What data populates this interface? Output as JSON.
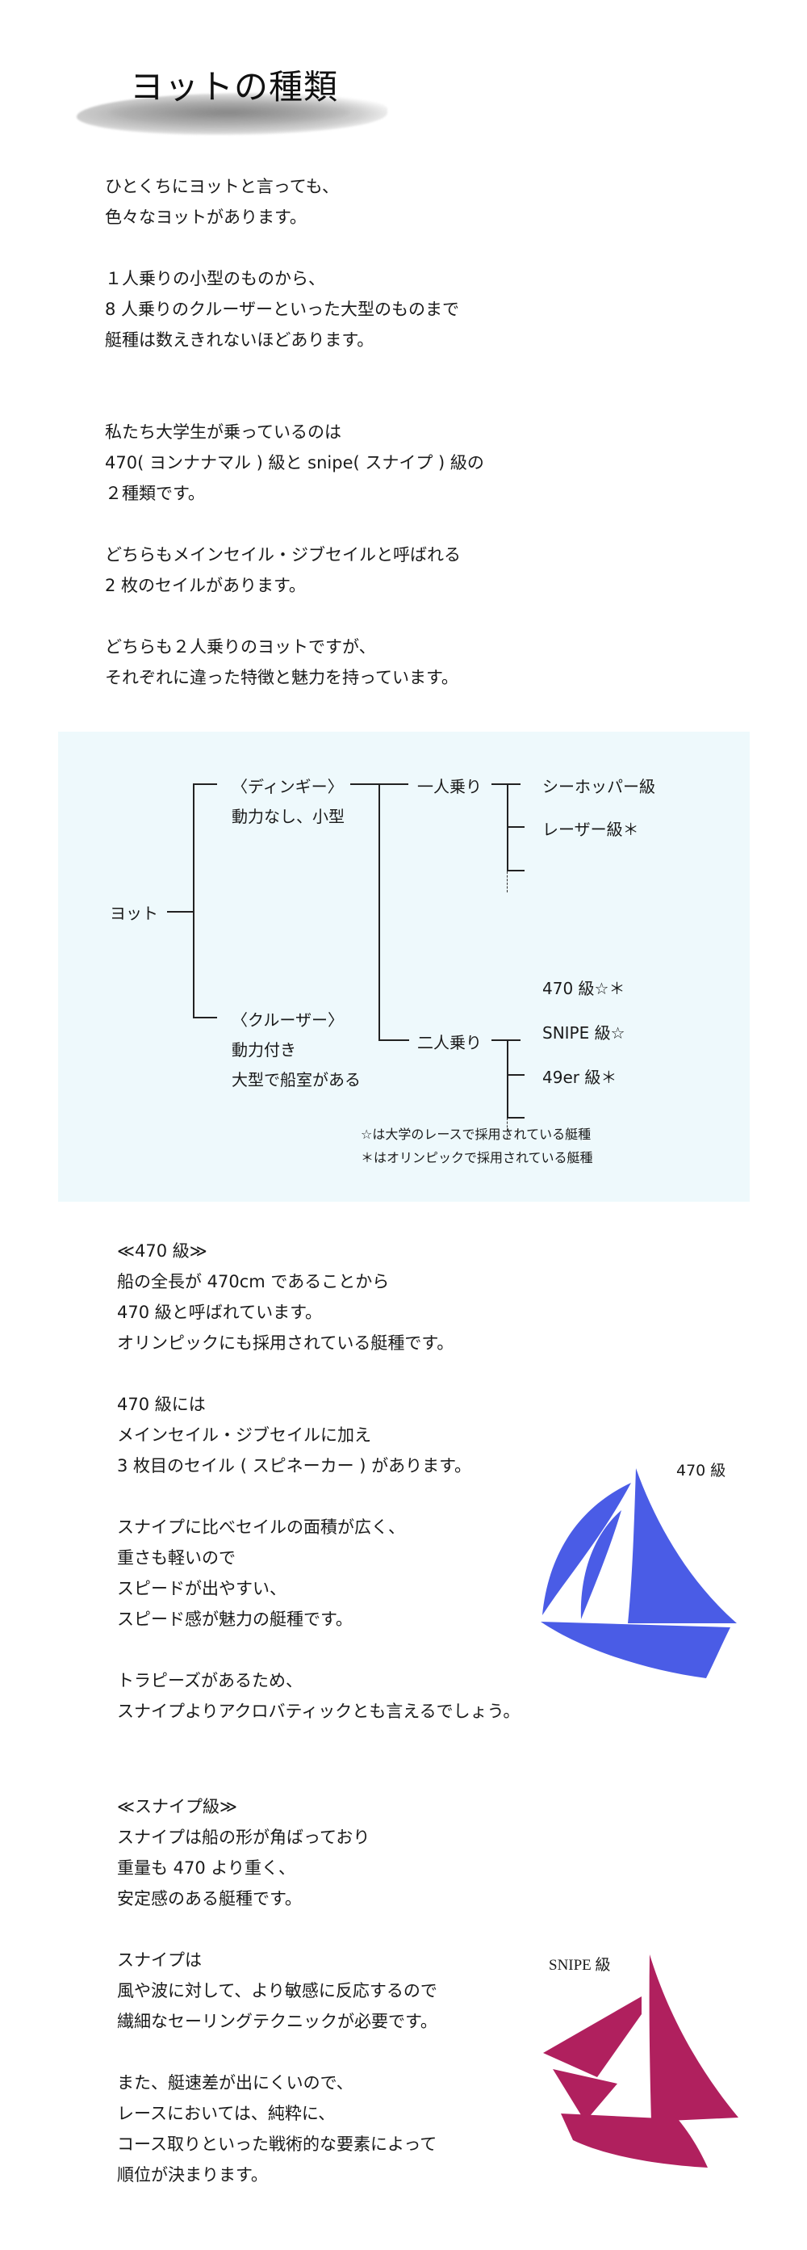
{
  "title": "ヨットの種類",
  "intro": {
    "lines": [
      "ひとくちにヨットと言っても、",
      "色々なヨットがあります。",
      "",
      "１人乗りの小型のものから、",
      "8 人乗りのクルーザーといった大型のものまで",
      "艇種は数えきれないほどあります。",
      "",
      "",
      "私たち大学生が乗っているのは",
      "470( ヨンナナマル ) 級と snipe( スナイプ ) 級の",
      "２種類です。",
      "",
      "どちらもメインセイル・ジブセイルと呼ばれる",
      "2 枚のセイルがあります。",
      "",
      "どちらも２人乗りのヨットですが、",
      "それぞれに違った特徴と魅力を持っています。"
    ]
  },
  "diagram": {
    "root": "ヨット",
    "dinghy_title": "〈ディンギー〉",
    "dinghy_desc": "動力なし、小型",
    "cruiser_title": "〈クルーザー〉",
    "cruiser_desc1": "動力付き",
    "cruiser_desc2": "大型で船室がある",
    "single": "一人乗り",
    "double": "二人乗り",
    "single_items": [
      "シーホッパー級",
      "レーザー級＊"
    ],
    "double_items": [
      "470 級☆＊",
      "SNIPE 級☆",
      "49er 級＊"
    ],
    "note1": "☆は大学のレースで採用されている艇種",
    "note2": "＊はオリンピックで採用されている艇種"
  },
  "section470": {
    "lines": [
      "≪470 級≫",
      "船の全長が 470cm であることから",
      "470 級と呼ばれています。",
      "オリンピックにも採用されている艇種です。",
      "",
      "470 級には",
      "メインセイル・ジブセイルに加え",
      "3 枚目のセイル ( スピネーカー ) があります。",
      "",
      "スナイプに比べセイルの面積が広く、",
      "重さも軽いので",
      "スピードが出やすい、",
      "スピード感が魅力の艇種です。",
      "",
      "トラピーズがあるため、",
      "スナイプよりアクロバティックとも言えるでしょう。"
    ],
    "boat_label": "470 級",
    "boat_color": "#4a5ce6"
  },
  "sectionSnipe": {
    "lines": [
      "≪スナイプ級≫",
      "スナイプは船の形が角ばっており",
      "重量も 470 より重く、",
      "安定感のある艇種です。",
      "",
      "スナイプは",
      "風や波に対して、より敏感に反応するので",
      "繊細なセーリングテクニックが必要です。",
      "",
      "また、艇速差が出にくいので、",
      "レースにおいては、純粋に、",
      "コース取りといった戦術的な要素によって",
      "順位が決まります。"
    ],
    "boat_label": "SNIPE 級",
    "boat_color": "#b0205e"
  }
}
